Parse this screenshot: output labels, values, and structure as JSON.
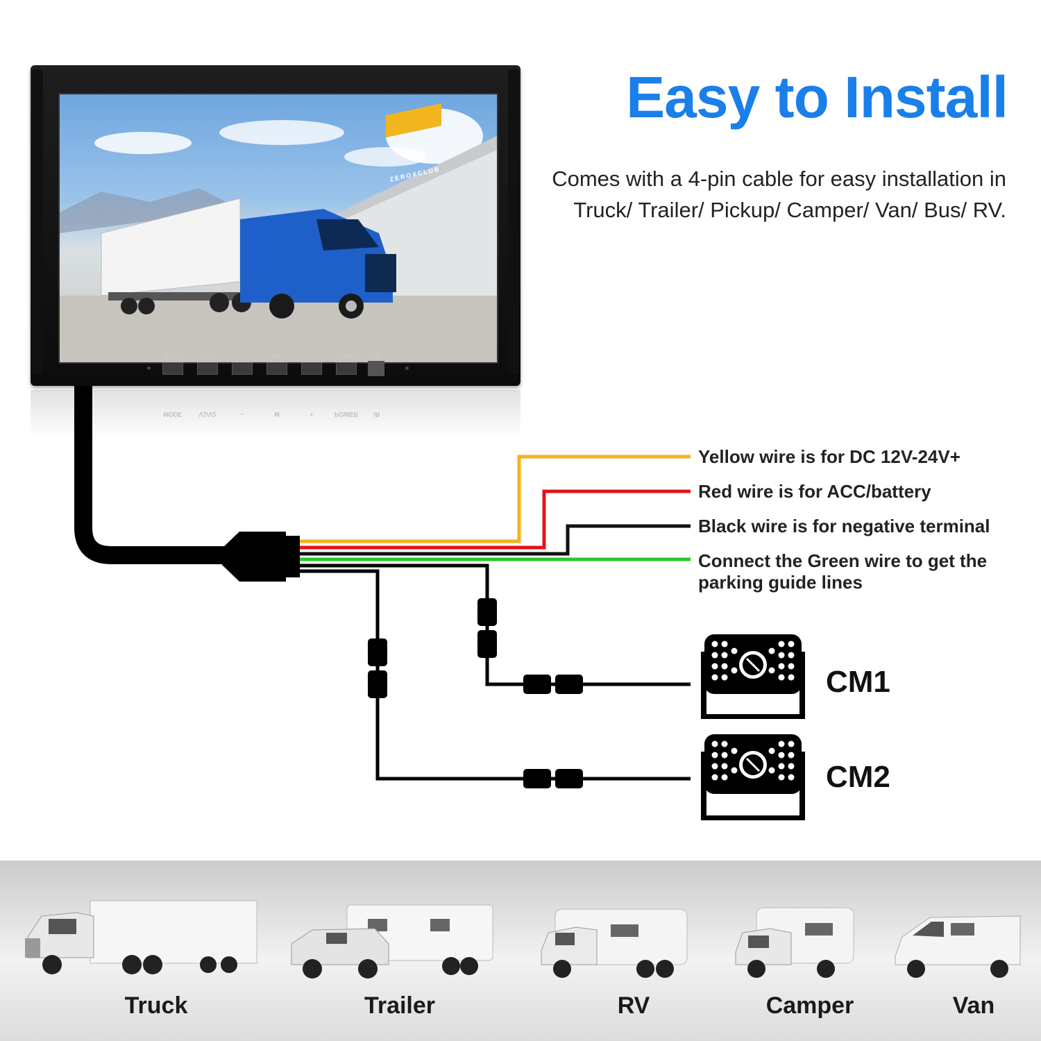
{
  "title": "Easy to Install",
  "subtitle_line1": "Comes with a 4-pin cable for easy installation in",
  "subtitle_line2": "Truck/ Trailer/ Pickup/ Camper/ Van/ Bus/ RV.",
  "monitor": {
    "brand_sign": "ZEROXCLUB",
    "buttons": [
      "MODE",
      "V1/V2",
      "−",
      "M",
      "+",
      "POWER",
      "IR"
    ]
  },
  "wires": [
    {
      "label": "Yellow wire is for DC 12V-24V+",
      "color": "#f5b21c"
    },
    {
      "label": "Red wire is for ACC/battery",
      "color": "#e3131b"
    },
    {
      "label": "Black wire is for negative terminal",
      "color": "#111111"
    },
    {
      "label_line1": "Connect the Green wire to get the",
      "label_line2": "parking guide lines",
      "color": "#2cc52c"
    }
  ],
  "cameras": [
    "CM1",
    "CM2"
  ],
  "vehicles": [
    "Truck",
    "Trailer",
    "RV",
    "Camper",
    "Van"
  ],
  "colors": {
    "accent": "#1a7fe8"
  }
}
